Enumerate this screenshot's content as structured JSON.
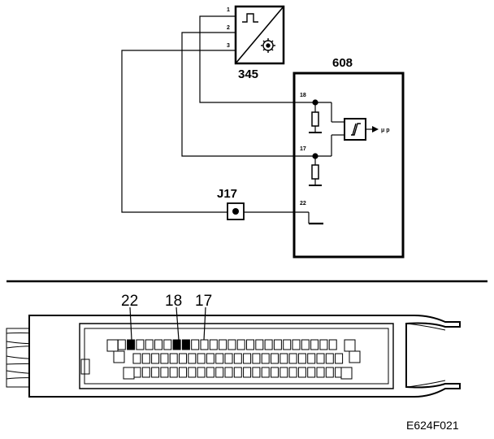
{
  "components": {
    "sensor": {
      "number": "345",
      "pins": [
        "1",
        "2",
        "3"
      ]
    },
    "control_unit": {
      "number": "608",
      "pins": [
        "18",
        "17",
        "22"
      ],
      "output": "μ p"
    },
    "junction": {
      "number": "J17"
    }
  },
  "connector": {
    "pin_labels": [
      "22",
      "18",
      "17"
    ]
  },
  "figure_code": "E624F021"
}
